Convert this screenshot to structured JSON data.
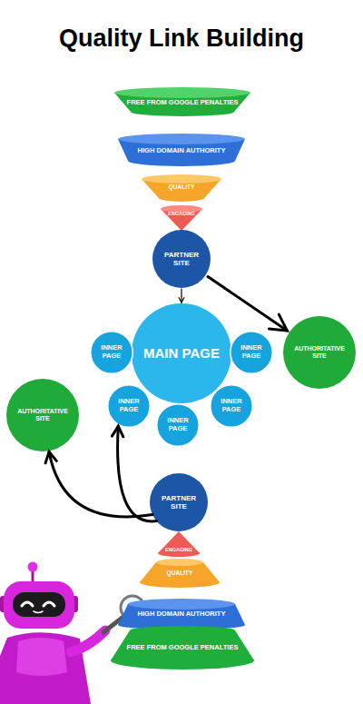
{
  "diagram": {
    "title": "Quality Link Building",
    "nodes": [
      {
        "text": [
          "FREE FROM GOOGLE PENALTIES"
        ]
      },
      {
        "text": [
          "HIGH DOMAIN AUTHORITY"
        ]
      },
      {
        "text": [
          "QUALITY"
        ]
      },
      {
        "text": [
          "ENGAGING"
        ]
      },
      {
        "text": [
          "PARTNER SITE"
        ]
      },
      {
        "text": [
          "MAIN PAGE"
        ]
      },
      {
        "text": [
          "INNER PAGE"
        ]
      },
      {
        "text": [
          "INNER PAGE"
        ]
      },
      {
        "text": [
          "AUTHORITATIVE SITE"
        ]
      },
      {
        "text": [
          "INNER PAGE"
        ]
      },
      {
        "text": [
          "INNER PAGE"
        ]
      },
      {
        "text": [
          "AUTHORITATIVE SITE"
        ]
      },
      {
        "text": [
          "INNER PAGE"
        ]
      },
      {
        "text": [
          "PARTNER SITE"
        ]
      },
      {
        "text": [
          "ENGAGING"
        ]
      },
      {
        "text": [
          "QUALITY"
        ]
      },
      {
        "text": [
          "HIGH DOMAIN AUTHORITY"
        ]
      },
      {
        "text": [
          "FREE FROM GOOGLE PENALTIES"
        ]
      }
    ],
    "edges": [
      {
        "from": 4,
        "to": 5,
        "arrow": "to"
      },
      {
        "from": 4,
        "to": 8,
        "arrow": "to"
      },
      {
        "from": 13,
        "to": 9,
        "arrow": "to"
      },
      {
        "from": 13,
        "to": 11,
        "arrow": "to"
      }
    ]
  }
}
